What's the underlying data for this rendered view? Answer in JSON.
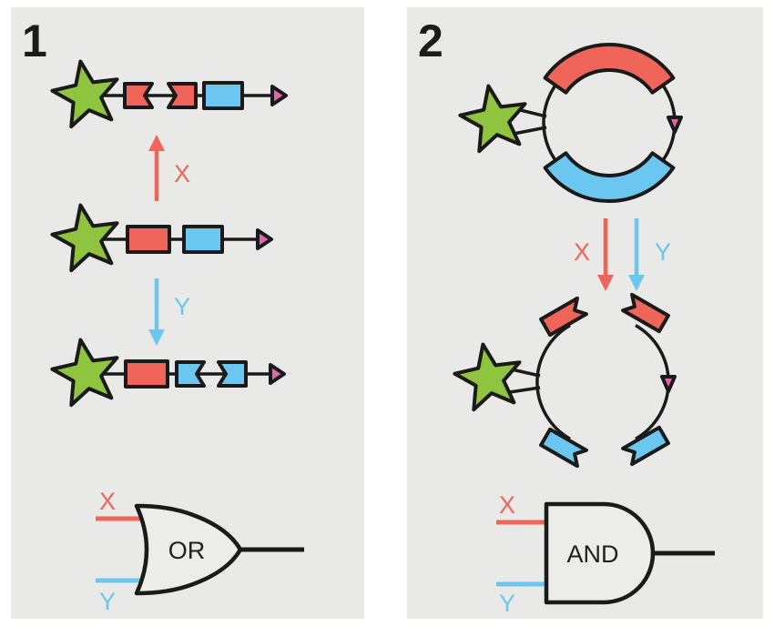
{
  "colors": {
    "background": "#ffffff",
    "panel": "#e9e9e7",
    "gate_fill": "#ececea",
    "outline": "#1a1a1a",
    "green": "#8fc43e",
    "red": "#f0655a",
    "blue": "#6cc7f0",
    "pink": "#e066b0"
  },
  "panel1": {
    "number": "1",
    "arrow_up_label": "X",
    "arrow_down_label": "Y",
    "gate": {
      "type": "OR",
      "label": "OR",
      "input_top": "X",
      "input_bottom": "Y"
    }
  },
  "panel2": {
    "number": "2",
    "arrow_x_label": "X",
    "arrow_y_label": "Y",
    "gate": {
      "type": "AND",
      "label": "AND",
      "input_top": "X",
      "input_bottom": "Y"
    }
  }
}
